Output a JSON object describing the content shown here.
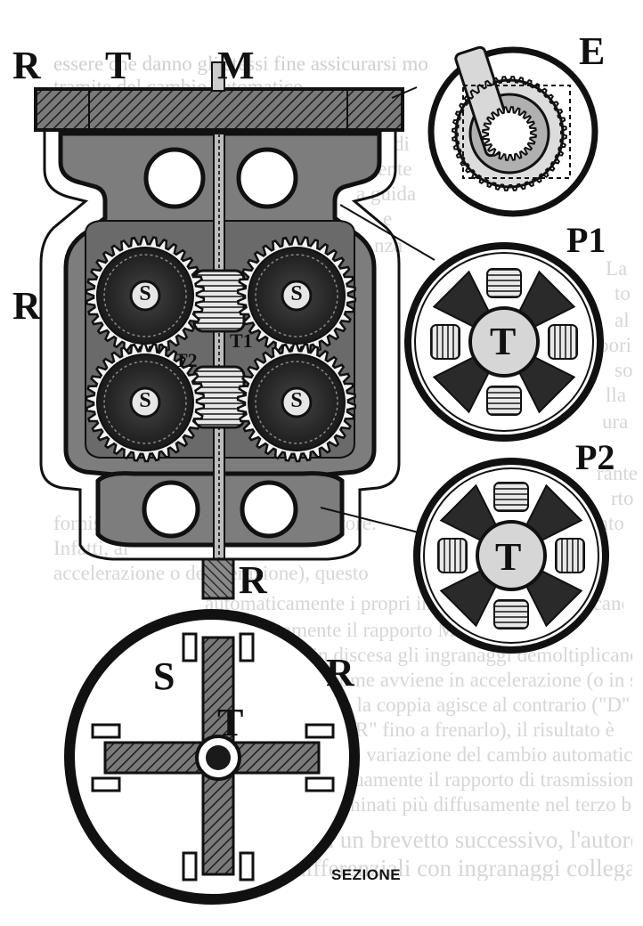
{
  "labels": {
    "R_top": "R",
    "T_top": "T",
    "M": "M",
    "E": "E",
    "R_left": "R",
    "P1": "P1",
    "T1": "T1",
    "T2": "T2",
    "S1": "S",
    "S2": "S",
    "S3": "S",
    "S4": "S",
    "T_p1": "T",
    "P2": "P2",
    "T_p2": "T",
    "R_bottom": "R",
    "S_section": "S",
    "R_section": "R",
    "T_section": "T",
    "section_caption": "SEZIONE"
  },
  "background_text": [
    "essere che danno gli stessi fine assicurarsi motori",
    "tramite del cambio automatico",
    "di",
    "lmente",
    "a guida",
    "e",
    "nza",
    "La",
    "to",
    "al",
    "pori",
    "so",
    "lla",
    "ura",
    "rante",
    "rto",
    "onto",
    "fornisce la coppia necessaria al motore.",
    "Infatti, ai",
    "accelerazione o decelerazione), questo",
    "automaticamente i propri ingranaggi demoltiplicando",
    "immediatamente il rapporto Motore-Ruote",
    "in frenata ed in discesa gli ingranaggi demoltiplicano in",
    "senso opposto, come avviene in accelerazione (o in salita) e",
    "quindi si converte la coppia agisce al contrario (\"D\" gira meno",
    "veloce di \"R\" fino a frenarlo), il risultato è",
    "sempre una variazione del cambio automatico nel",
    "variare continuamente il rapporto di trasmissione. (I vari casi",
    "verranno esaminati più diffusamente nel terzo brevetto)",
    "Con un brevetto successivo, l'autore sostituisce i",
    "differenziali con ingranaggi collegati con ruotismi"
  ],
  "colors": {
    "ink": "#151515",
    "gray": "#6e6e6e",
    "light_gray": "#c9c9c9",
    "hatch": "#2a2a2a",
    "background_text": "#d6d6d6"
  }
}
